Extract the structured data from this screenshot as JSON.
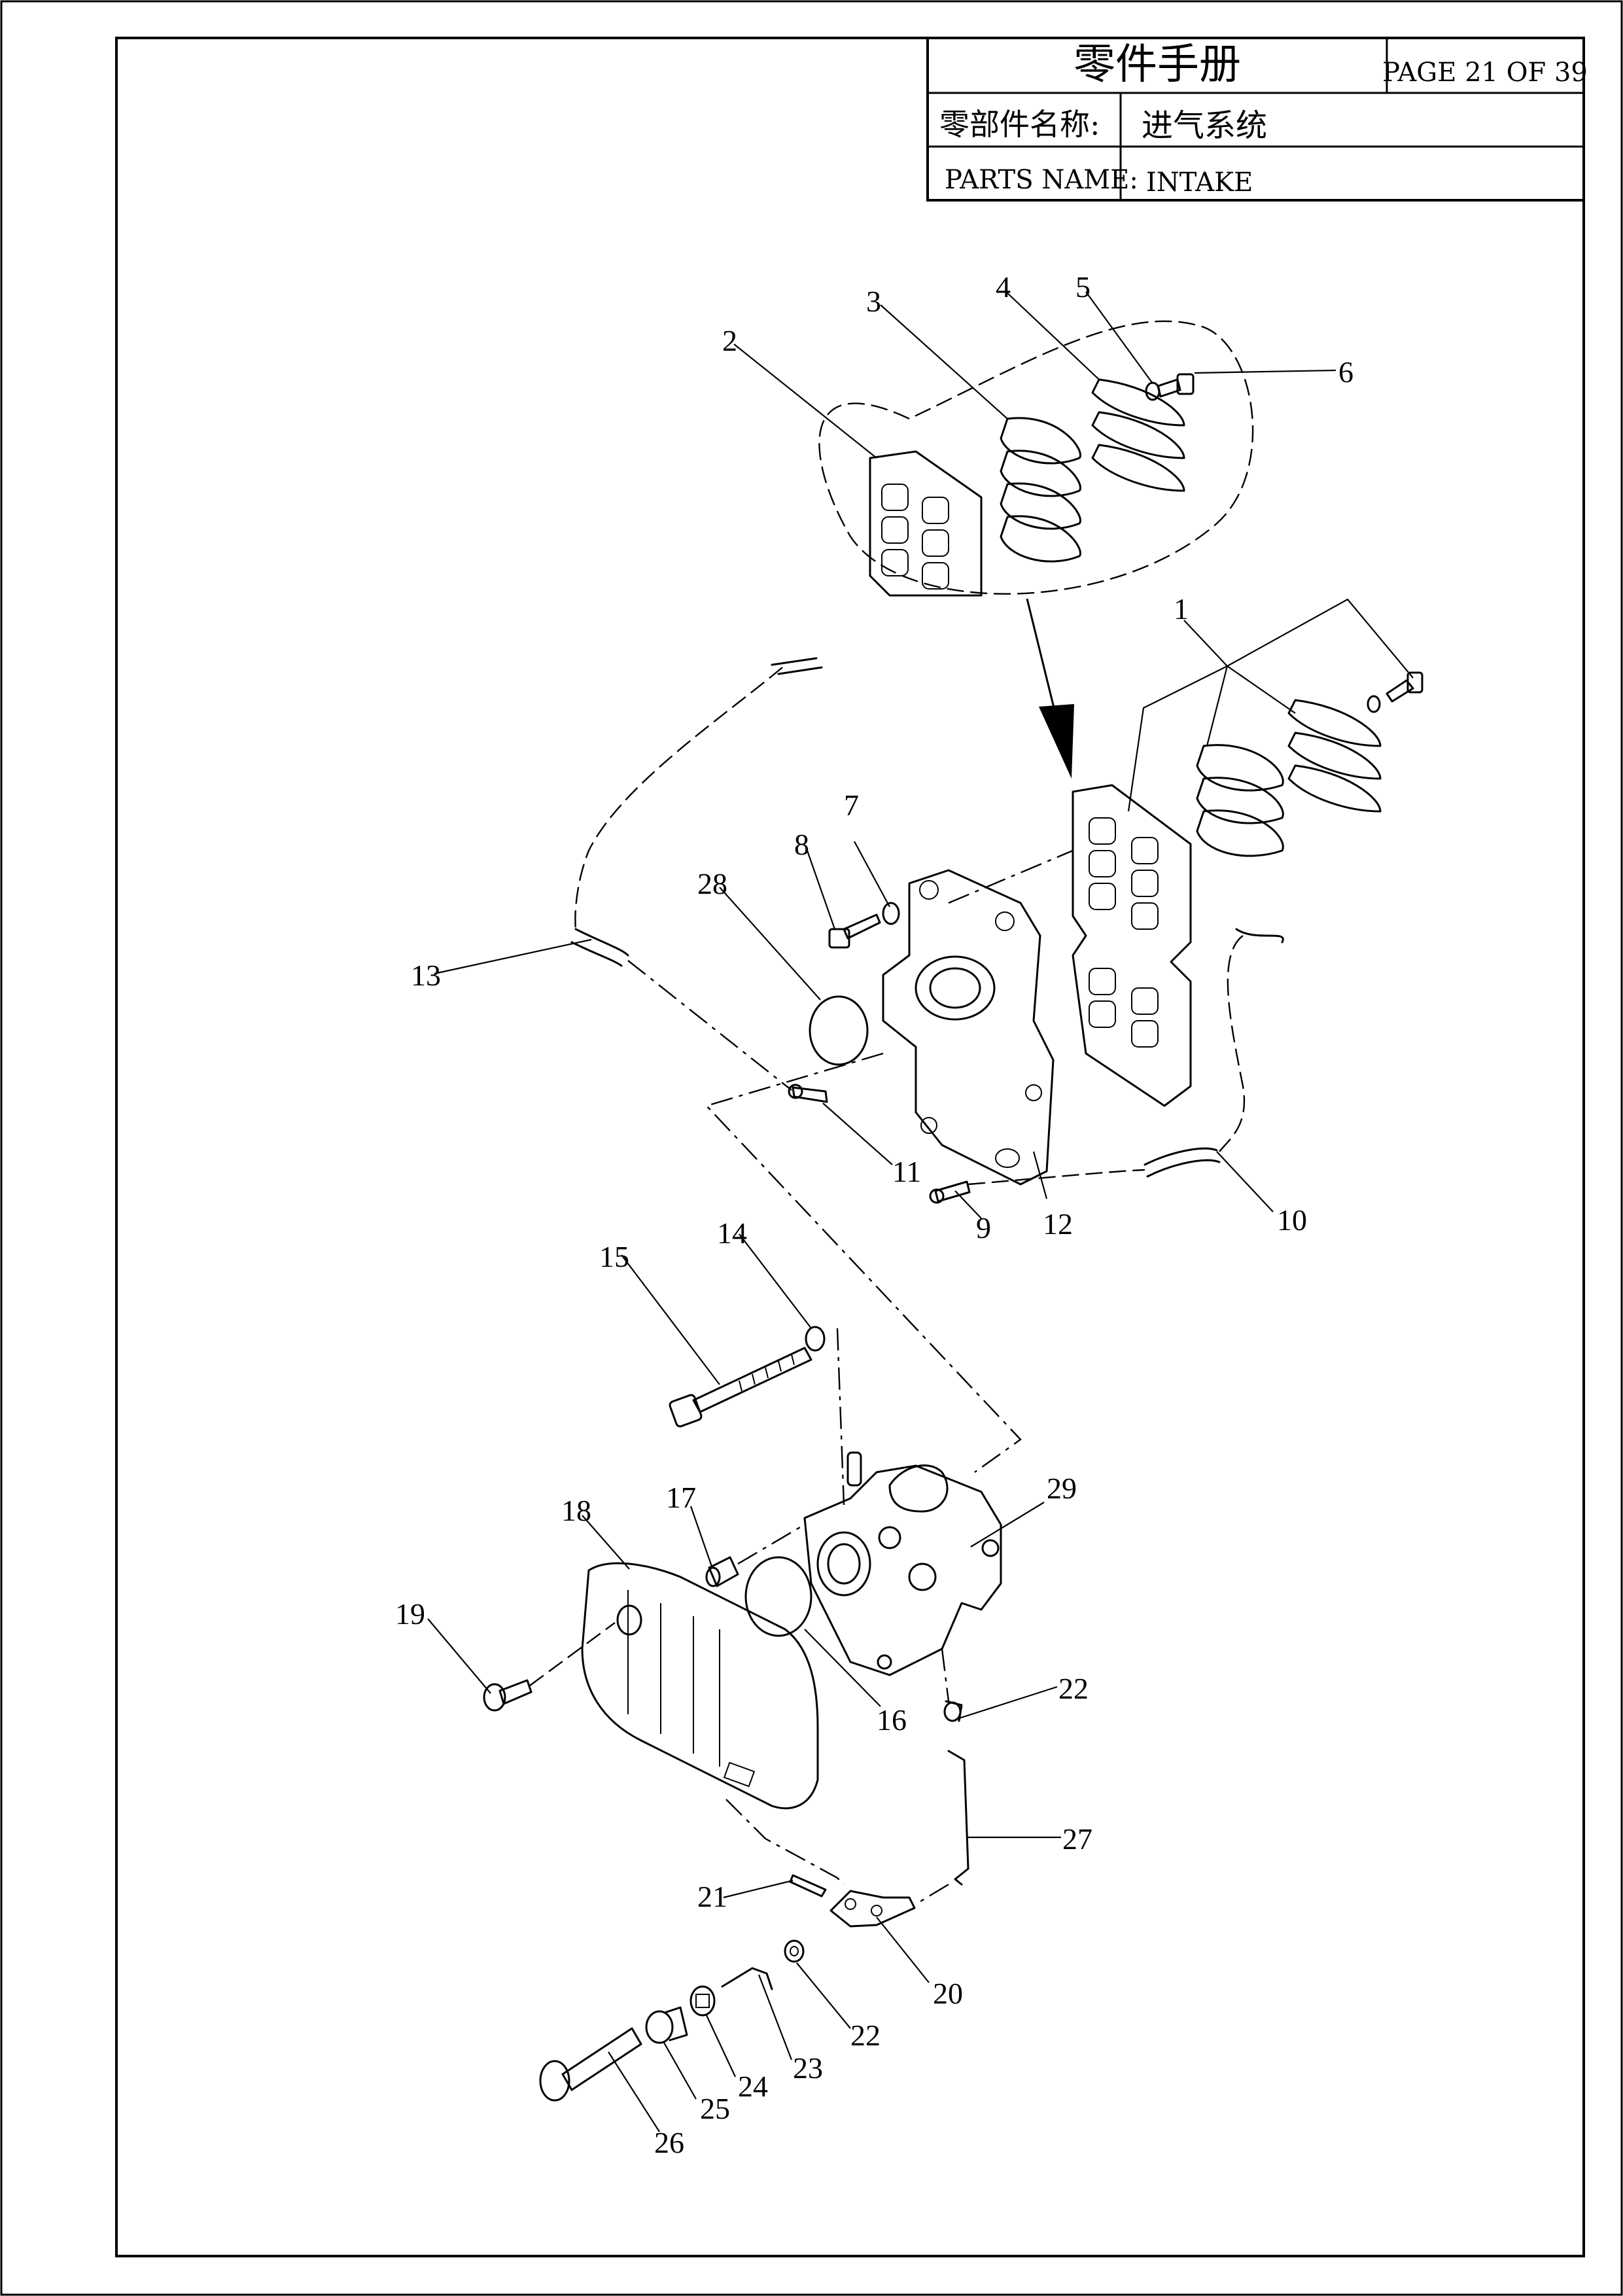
{
  "title_block": {
    "manual_title": "零件手册",
    "page_label": "PAGE 21 OF 39",
    "name_cn_label": "零部件名称:",
    "name_cn_value": "进气系统",
    "name_en_label": "PARTS NAME:",
    "name_en_value": "INTAKE"
  },
  "callouts": [
    {
      "id": "1",
      "label": "1"
    },
    {
      "id": "2",
      "label": "2"
    },
    {
      "id": "3",
      "label": "3"
    },
    {
      "id": "4",
      "label": "4"
    },
    {
      "id": "5",
      "label": "5"
    },
    {
      "id": "6",
      "label": "6"
    },
    {
      "id": "7",
      "label": "7"
    },
    {
      "id": "8",
      "label": "8"
    },
    {
      "id": "9",
      "label": "9"
    },
    {
      "id": "10",
      "label": "10"
    },
    {
      "id": "11",
      "label": "11"
    },
    {
      "id": "12",
      "label": "12"
    },
    {
      "id": "13",
      "label": "13"
    },
    {
      "id": "14",
      "label": "14"
    },
    {
      "id": "15",
      "label": "15"
    },
    {
      "id": "16",
      "label": "16"
    },
    {
      "id": "17",
      "label": "17"
    },
    {
      "id": "18",
      "label": "18"
    },
    {
      "id": "19",
      "label": "19"
    },
    {
      "id": "20",
      "label": "20"
    },
    {
      "id": "21",
      "label": "21"
    },
    {
      "id": "22a",
      "label": "22"
    },
    {
      "id": "22b",
      "label": "22"
    },
    {
      "id": "23",
      "label": "23"
    },
    {
      "id": "24",
      "label": "24"
    },
    {
      "id": "25",
      "label": "25"
    },
    {
      "id": "26",
      "label": "26"
    },
    {
      "id": "27",
      "label": "27"
    },
    {
      "id": "28",
      "label": "28"
    },
    {
      "id": "29",
      "label": "29"
    }
  ]
}
